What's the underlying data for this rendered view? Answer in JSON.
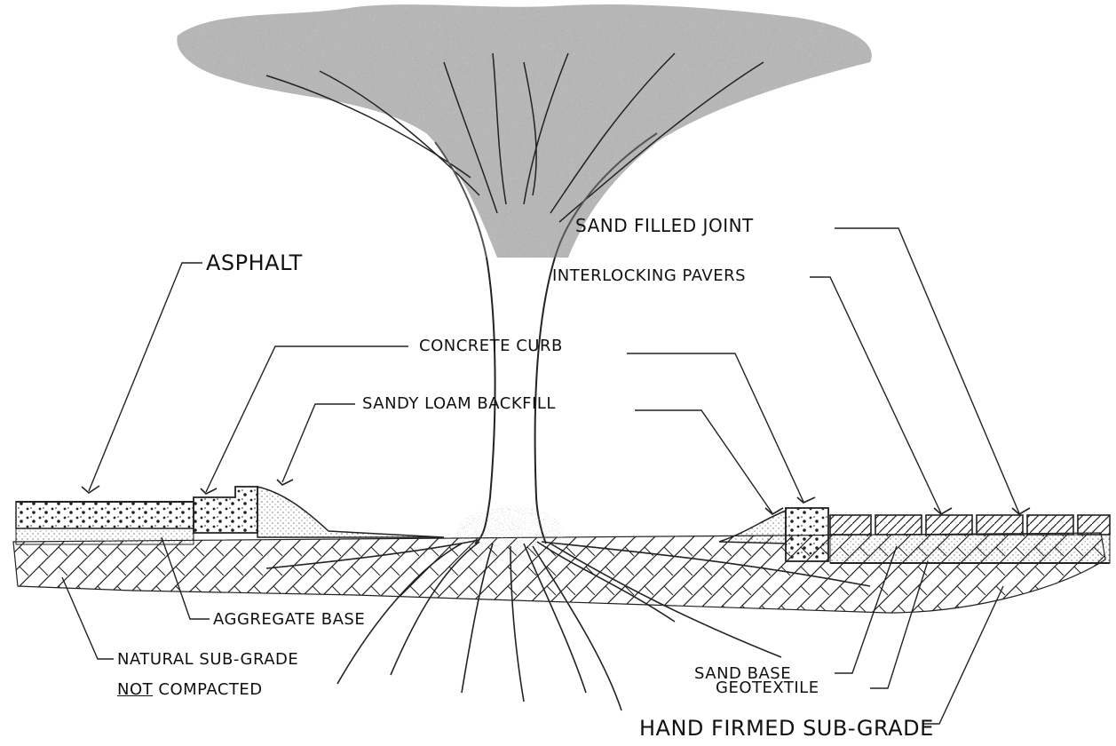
{
  "labels": {
    "asphalt": "ASPHALT",
    "sand_filled_joint": "SAND FILLED JOINT",
    "interlocking_pavers": "INTERLOCKING PAVERS",
    "concrete_curb": "CONCRETE CURB",
    "sandy_loam_backfill": "SANDY LOAM BACKFILL",
    "aggregate_base": "AGGREGATE BASE",
    "natural_sub_grade": "NATURAL SUB-GRADE",
    "not_word": "NOT",
    "compacted": "COMPACTED",
    "sand_base": "SAND BASE",
    "geotextile": "GEOTEXTILE",
    "hand_firmed_sub_grade": "HAND FIRMED SUB-GRADE"
  }
}
